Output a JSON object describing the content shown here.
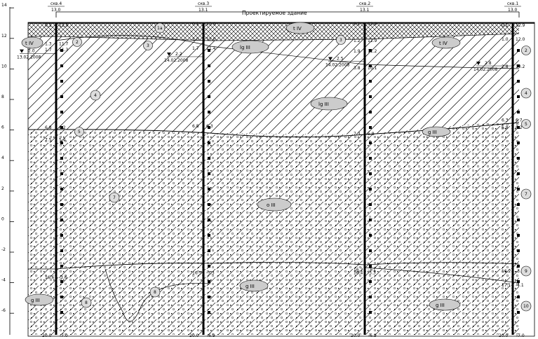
{
  "title": "Проектируемое здание",
  "y_axis": {
    "ticks": [
      "14",
      "12",
      "10",
      "8",
      "6",
      "4",
      "2",
      "0",
      "-2",
      "-4",
      "-6"
    ]
  },
  "boreholes": [
    {
      "name": "скв.4",
      "elevation": "13.0",
      "bottom": "20.0",
      "bottom_elev": "-7.0",
      "depths": [
        "0.1",
        "1.3",
        "1.7",
        "6.8",
        "7.5",
        "16.6"
      ],
      "elevs": [
        "12.9",
        "11.7",
        "11.3",
        "6.2",
        "5.4",
        "-3.6"
      ],
      "water": {
        "level": "2.0",
        "date": "13.02.2008"
      }
    },
    {
      "name": "скв.3",
      "elevation": "13.1",
      "bottom": "20.0",
      "bottom_elev": "-6.9",
      "depths": [
        "0.1",
        "1.0",
        "1.7",
        "6.8",
        "16.5"
      ],
      "elevs": [
        "13.0",
        "12.0",
        "11.4",
        "6.3",
        "-3.3"
      ],
      "water": {
        "level": "2.2",
        "date": "14.02.2008"
      }
    },
    {
      "name": "скв.2",
      "elevation": "13.1",
      "bottom": "20.0",
      "bottom_elev": "-6.9",
      "depths": [
        "0.1",
        "1.2",
        "1.9",
        "3.8",
        "7.3",
        "16.2",
        "16.4"
      ],
      "elevs": [
        "13.0",
        "11.9",
        "11.2",
        "10.1",
        "5.8",
        "-3.1",
        "-3.3"
      ],
      "water": {
        "level": "2.5",
        "date": "14.02.2008"
      }
    },
    {
      "name": "скв.1",
      "elevation": "13.0",
      "bottom": "20.0",
      "bottom_elev": "-7.0",
      "depths": [
        "0.1",
        "1.0",
        "2.8",
        "6.3",
        "6.8",
        "16.2",
        "17.1"
      ],
      "elevs": [
        "12.9",
        "12.0",
        "10.2",
        "6.7",
        "6.2",
        "-3.2",
        "-4.1"
      ],
      "water": {
        "level": "2.8",
        "date": "14.02.2008"
      }
    }
  ],
  "layer_numbers": [
    "1a",
    "2",
    "3",
    "4",
    "5",
    "7",
    "8",
    "9",
    "10"
  ],
  "index_labels": [
    "t IV",
    "lg III",
    "g III",
    "o III"
  ]
}
